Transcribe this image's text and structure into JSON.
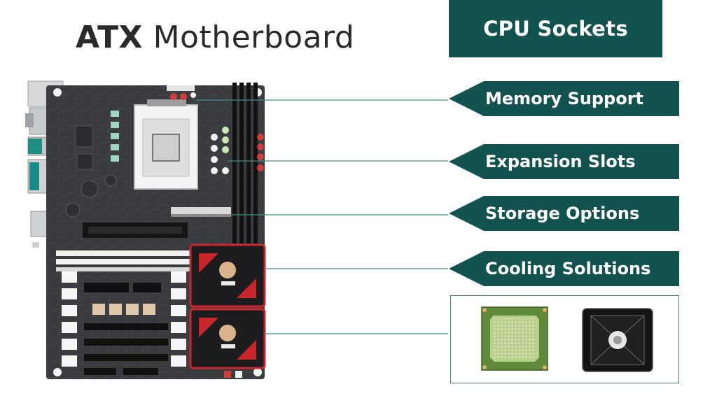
{
  "title": {
    "bold": "ATX",
    "rest": " Motherboard"
  },
  "header_label": "CPU Sockets",
  "feature_tags": [
    {
      "label": "Memory Support"
    },
    {
      "label": "Expansion Slots"
    },
    {
      "label": "Storage Options"
    },
    {
      "label": "Cooling Solutions"
    }
  ],
  "colors": {
    "accent": "#12534f",
    "pcb": "#3a3b3e",
    "heatsink_red": "#c8262b",
    "connector_line": "#3f8f88"
  }
}
